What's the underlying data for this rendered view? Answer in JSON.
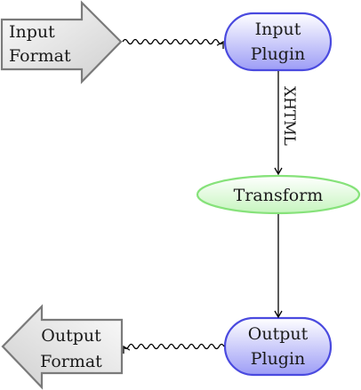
{
  "nodes": {
    "input_format": {
      "line1": "Input",
      "line2": "Format"
    },
    "input_plugin": {
      "line1": "Input",
      "line2": "Plugin"
    },
    "transform": {
      "label": "Transform"
    },
    "output_plugin": {
      "line1": "Output",
      "line2": "Plugin"
    },
    "output_format": {
      "line1": "Output",
      "line2": "Format"
    }
  },
  "edges": {
    "plugin_to_transform": {
      "label": "XHTML"
    }
  },
  "colors": {
    "plugin_stroke": "#4a4adf",
    "plugin_fill_top": "#ffffff",
    "plugin_fill_bottom": "#9d9df6",
    "transform_stroke": "#86e27a",
    "transform_fill_top": "#ffffff",
    "transform_fill_bottom": "#c6f5be",
    "arrow_stroke": "#7a7a7a",
    "arrow_fill_light": "#fbfbfb",
    "arrow_fill_dark": "#cfcfcf",
    "edge": "#000000"
  }
}
